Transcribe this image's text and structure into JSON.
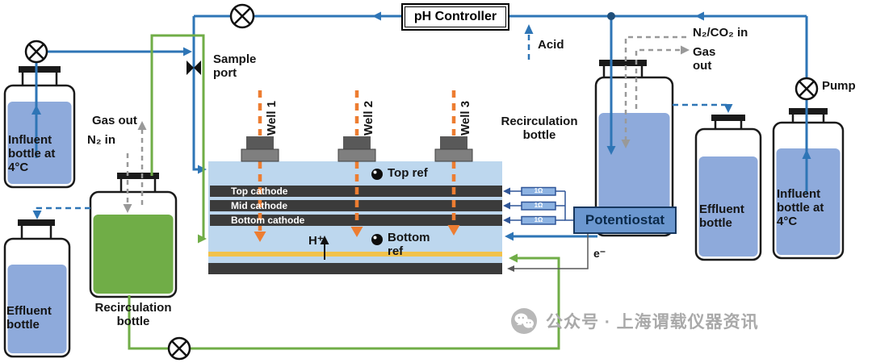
{
  "colors": {
    "line_blue": "#2e75b6",
    "line_green": "#70ad47",
    "arrow_orange": "#ed7d31",
    "gas_gray": "#999999",
    "reactor_fill": "#bdd7ee",
    "liquid_blue": "#8eaadb",
    "liquid_green": "#70ad47",
    "membrane_yellow": "#f1c24b",
    "potentiostat_fill": "#6b97cf"
  },
  "labels": {
    "ph_controller": "pH Controller",
    "acid": "Acid",
    "sample_port": "Sample port",
    "pump": "Pump",
    "gas_out_left": "Gas out",
    "n2_in": "N₂ in",
    "n2_co2_in": "N₂/CO₂ in",
    "gas_out_right": "Gas out",
    "wells": [
      "Well 1",
      "Well 2",
      "Well 3"
    ],
    "top_ref": "Top ref",
    "bottom_ref": "Bottom ref",
    "cathodes": [
      "Top cathode",
      "Mid cathode",
      "Bottom cathode"
    ],
    "h_plus": "H⁺",
    "e_minus": "e⁻",
    "resistors": [
      "1Ω",
      "1Ω",
      "1Ω"
    ],
    "potentiostat": "Potentiostat",
    "bottles": {
      "influent_left": "Influent bottle at 4°C",
      "effluent_left": "Effluent bottle",
      "recirculation_left": "Recirculation bottle",
      "recirculation_right": "Recirculation bottle",
      "effluent_right": "Effluent bottle",
      "influent_right": "Influent bottle at 4°C"
    },
    "watermark": "公众号 · 上海谓载仪器资讯"
  }
}
